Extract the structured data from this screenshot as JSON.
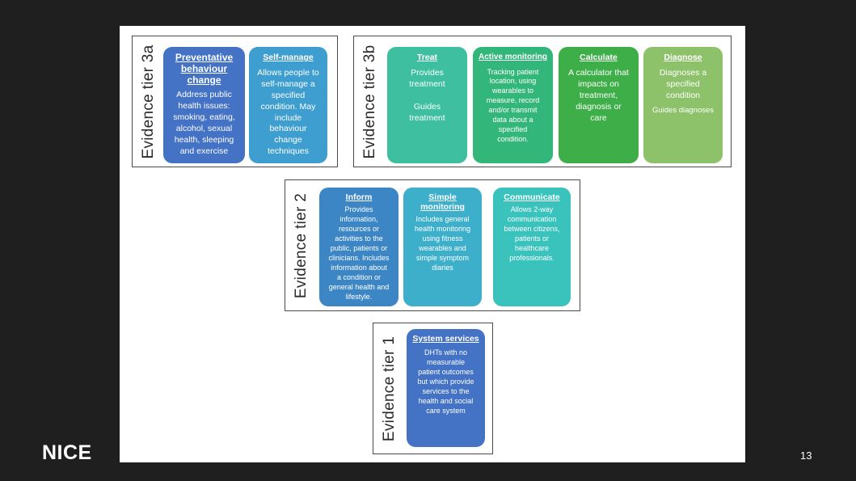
{
  "tiers": {
    "tier3a": {
      "label": "Evidence tier 3a",
      "cards": [
        {
          "title": "Preventative behaviour change",
          "body": "Address public\nhealth issues:\nsmoking, eating,\nalcohol, sexual\nhealth, sleeping\nand exercise",
          "color": "#4472C4"
        },
        {
          "title": "Self-manage",
          "body": "Allows people to\nself-manage a\nspecified\ncondition. May\ninclude\nbehaviour\nchange\ntechniques",
          "color": "#3E9ECF"
        }
      ]
    },
    "tier3b": {
      "label": "Evidence tier 3b",
      "cards": [
        {
          "title": "Treat",
          "body": "Provides\ntreatment\n\nGuides\ntreatment",
          "color": "#3EC0A0"
        },
        {
          "title": "Active monitoring",
          "body": "Tracking patient\nlocation, using\nwearables to\nmeasure, record\nand/or transmit\ndata about a\nspecified\ncondition.",
          "color": "#33B679"
        },
        {
          "title": "Calculate",
          "body": "A calculator that\nimpacts on\ntreatment,\ndiagnosis or\ncare",
          "color": "#3DAE48"
        },
        {
          "title": "Diagnose",
          "body": "Diagnoses a\nspecified\ncondition",
          "extra": "Guides diagnoses",
          "color": "#8DC26B"
        }
      ]
    },
    "tier2": {
      "label": "Evidence tier 2",
      "cards": [
        {
          "title": "Inform",
          "body": "Provides\ninformation,\nresources or\nactivities to the\npublic, patients or\nclinicians. Includes\ninformation about\na condition or\ngeneral health and\nlifestyle.",
          "color": "#3C86C6"
        },
        {
          "title": "Simple monitoring",
          "body": "Includes general\nhealth monitoring\nusing fitness\nwearables and\nsimple symptom\ndiaries",
          "color": "#3DAFCB"
        },
        {
          "title": "Communicate",
          "body": "Allows 2-way\ncommunication\nbetween citizens,\npatients or\nhealthcare\nprofessionals.",
          "color": "#3AC2BC"
        }
      ]
    },
    "tier1": {
      "label": "Evidence tier 1",
      "cards": [
        {
          "title": "System services",
          "body": "DHTs with no\nmeasurable\npatient outcomes\nbut which provide\nservices to the\nhealth and social\ncare system",
          "color": "#4472C4"
        }
      ]
    }
  },
  "footer": {
    "logo": "NICE",
    "page_number": "13"
  }
}
